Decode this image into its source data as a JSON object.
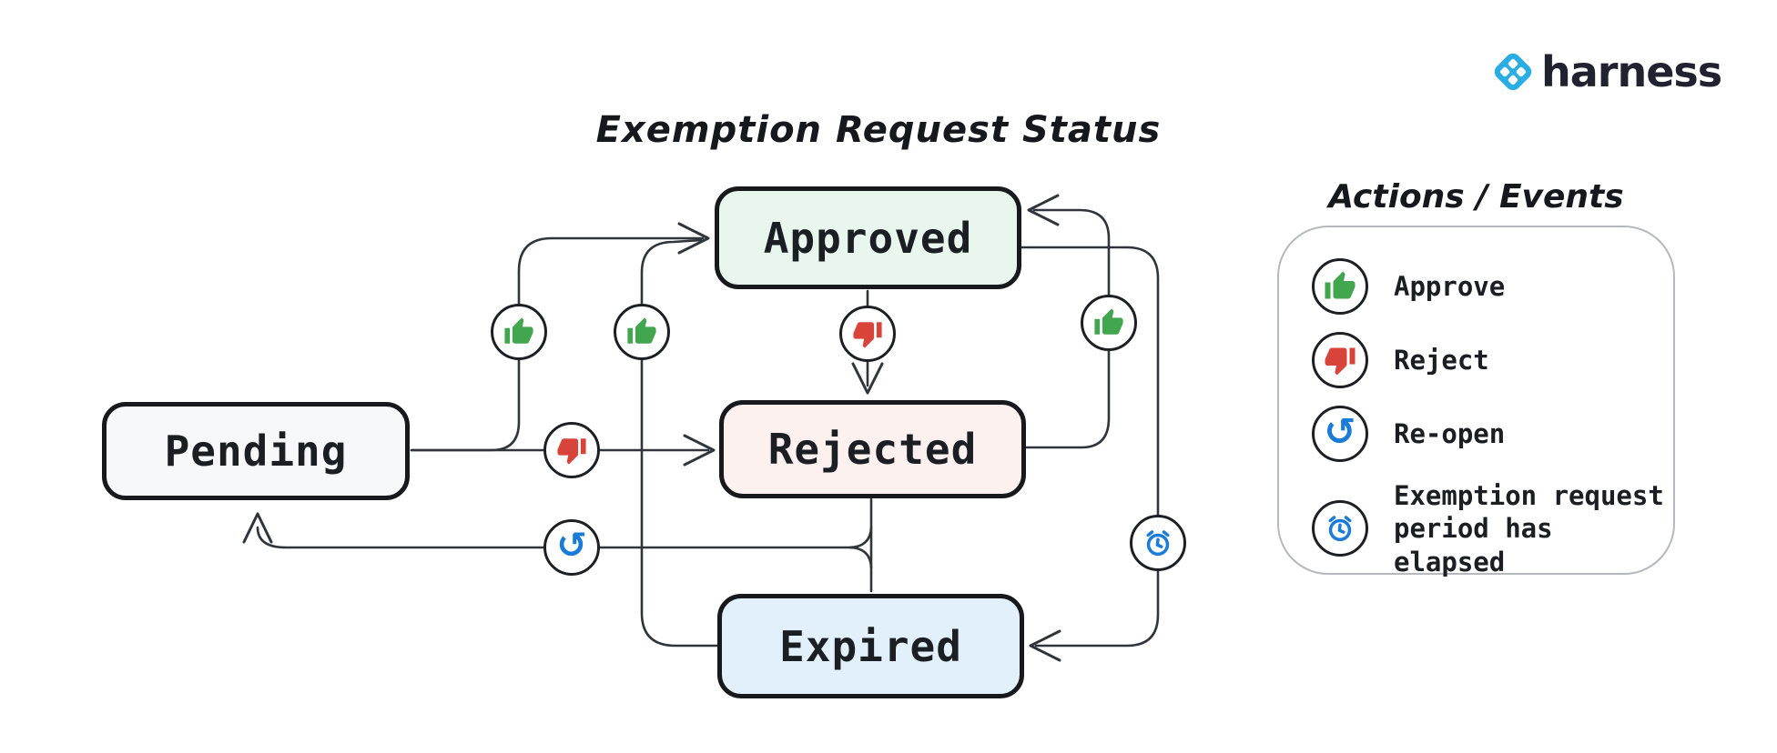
{
  "title": "Exemption Request Status",
  "logo": {
    "brand": "harness",
    "icon": "harness-logo-icon",
    "color": "#29ade3"
  },
  "diagram": {
    "states": [
      {
        "id": "pending",
        "label": "Pending",
        "fill": "#f7f8fa"
      },
      {
        "id": "approved",
        "label": "Approved",
        "fill": "#e8f6ed"
      },
      {
        "id": "rejected",
        "label": "Rejected",
        "fill": "#fdf1ef"
      },
      {
        "id": "expired",
        "label": "Expired",
        "fill": "#e2f0fb"
      }
    ],
    "transitions": [
      {
        "from": "Pending",
        "to": "Approved",
        "action": "Approve",
        "icon": "thumbs-up-icon"
      },
      {
        "from": "Pending",
        "to": "Rejected",
        "action": "Reject",
        "icon": "thumbs-down-icon"
      },
      {
        "from": "Expired",
        "to": "Approved",
        "action": "Approve",
        "icon": "thumbs-up-icon"
      },
      {
        "from": "Approved",
        "to": "Rejected",
        "action": "Reject",
        "icon": "thumbs-down-icon"
      },
      {
        "from": "Rejected",
        "to": "Approved",
        "action": "Approve",
        "icon": "thumbs-up-icon"
      },
      {
        "from": "Approved",
        "to": "Expired",
        "action": "Exemption request period has elapsed",
        "icon": "alarm-clock-icon"
      },
      {
        "from": "Rejected",
        "to": "Pending",
        "action": "Re-open",
        "icon": "reopen-icon"
      },
      {
        "from": "Rejected",
        "to": "Expired",
        "action": "",
        "icon": ""
      }
    ]
  },
  "legend": {
    "title": "Actions / Events",
    "items": [
      {
        "icon": "thumbs-up-icon",
        "label": "Approve",
        "color": "#41a64d"
      },
      {
        "icon": "thumbs-down-icon",
        "label": "Reject",
        "color": "#d8433a"
      },
      {
        "icon": "reopen-icon",
        "label": "Re-open",
        "color": "#1a7cd6"
      },
      {
        "icon": "alarm-clock-icon",
        "label": "Exemption request period has elapsed",
        "color": "#1a7cd6"
      }
    ]
  },
  "colors": {
    "approve_green": "#41a64d",
    "reject_red": "#d8433a",
    "action_blue": "#1a7cd6",
    "harness_blue": "#29ade3",
    "box_stroke": "#17191d",
    "connector_stroke": "#2f353b"
  },
  "reopen_glyph": "↺"
}
